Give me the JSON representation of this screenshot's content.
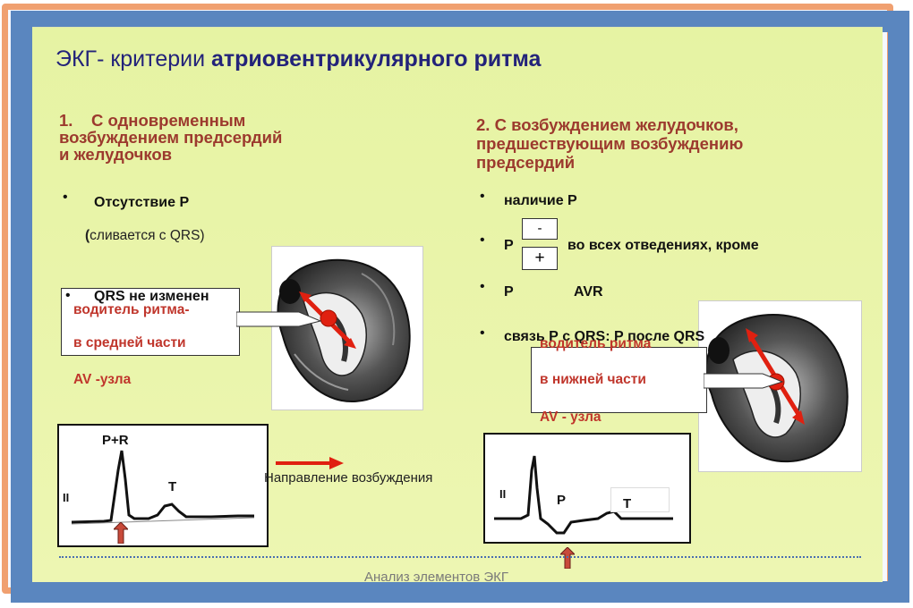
{
  "title": {
    "prefix": "ЭКГ- критерии ",
    "bold": "атриовентрикулярного ритма"
  },
  "left": {
    "heading_num": "1.",
    "heading_line1": "С одновременным",
    "heading_line2": "возбуждением предсердий",
    "heading_line3": "и желудочков",
    "bullet1": "Отсутствие Р",
    "note_paren_open": "(",
    "note": "сливается с QRS)",
    "bullet2": "QRS не изменен",
    "pacemaker_line1": "водитель ритма-",
    "pacemaker_line2": "в средней части",
    "pacemaker_line3": "AV -узла",
    "ecg_peak_label": "P+R",
    "ecg_t_label": "T",
    "ecg_lead": "II"
  },
  "right": {
    "heading_line1": "2. С возбуждением желудочков,",
    "heading_line2": "предшествующим возбуждению",
    "heading_line3": "предсердий",
    "bullet1": "наличие Р",
    "bullet2_p": "Р",
    "sign_minus": "-",
    "sign_plus": "+",
    "bullet2_rest": "во всех отведениях, кроме",
    "bullet3_p": "Р",
    "bullet3_avr": "AVR",
    "bullet4": "связь Р с QRS:  Р после  QRS",
    "pacemaker_line1": "водитель ритма",
    "pacemaker_line2": "в нижней части",
    "pacemaker_line3": "AV - узла",
    "ecg_p_label": "P",
    "ecg_t_label": "T",
    "ecg_lead": "II"
  },
  "legend": {
    "arrow_label": "Направление возбуждения"
  },
  "footer": "Анализ элементов ЭКГ",
  "colors": {
    "slide_bg": "#e9f5a8",
    "title": "#23237a",
    "heading": "#9c3a2e",
    "accent_red": "#e02010",
    "frame_blue": "#5a86bf",
    "frame_orange": "#f0a070"
  }
}
